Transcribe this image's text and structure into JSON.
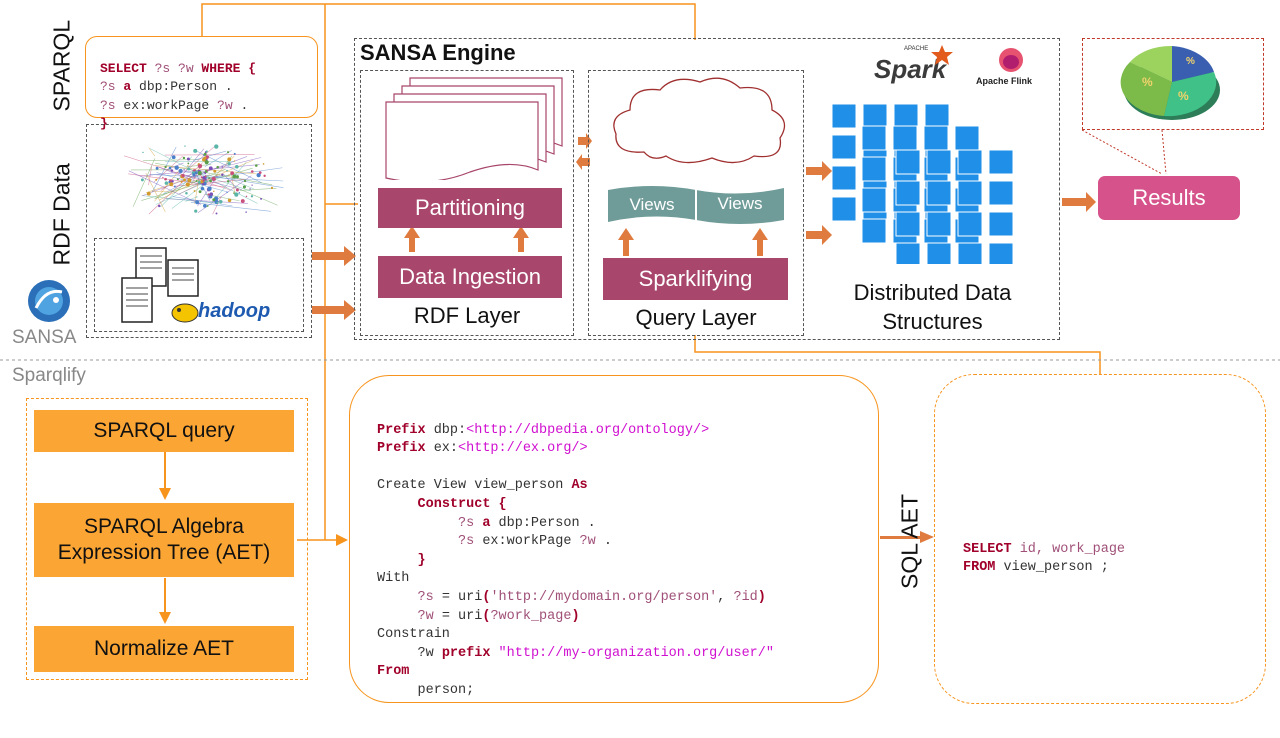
{
  "left_labels": {
    "sparql": "SPARQL",
    "rdf_data": "RDF Data",
    "sansa": "SANSA",
    "sparqlify": "Sparqlify"
  },
  "sparql_query": {
    "line1": {
      "select": "SELECT",
      "vars": " ?s ?w ",
      "where": "WHERE",
      "brace": " {"
    },
    "line2": {
      "s": "?s",
      "a": " a ",
      "rest": "dbp:Person ."
    },
    "line3": {
      "s": "?s",
      "rest": " ex:workPage ",
      "w": "?w",
      "end": " ."
    },
    "line4": "}"
  },
  "engine": {
    "title": "SANSA Engine",
    "rdf_layer": {
      "partitioning": "Partitioning",
      "ingestion": "Data Ingestion",
      "caption": "RDF Layer"
    },
    "query_layer": {
      "views": [
        "Views",
        "Views"
      ],
      "sparklifying": "Sparklifying",
      "caption": "Query Layer"
    },
    "distributed": {
      "caption_line1": "Distributed Data",
      "caption_line2": "Structures"
    },
    "logos": {
      "spark_small": "APACHE",
      "spark": "Spark",
      "flink": "Apache Flink",
      "hadoop": "hadoop"
    }
  },
  "results": {
    "label": "Results",
    "pie_labels": [
      "%",
      "%",
      "%"
    ]
  },
  "sparqlify_steps": [
    "SPARQL query",
    "SPARQL Algebra Expression Tree (AET)",
    "Normalize AET"
  ],
  "view_definition": {
    "l1": {
      "kw": "Prefix",
      "ns": " dbp:",
      "uri": "<http://dbpedia.org/ontology/>"
    },
    "l2": {
      "kw": "Prefix",
      "ns": " ex:",
      "uri": "<http://ex.org/>"
    },
    "l3": {
      "pre": "Create View view_person ",
      "kw": "As"
    },
    "l4": {
      "kw": "Construct {"
    },
    "l5": {
      "s": "?s",
      "a": " a ",
      "rest": "dbp:Person ."
    },
    "l6": {
      "s": "?s",
      "rest": " ex:workPage ",
      "w": "?w",
      "end": " ."
    },
    "l7": {
      "kw": "}"
    },
    "l8": "With",
    "l9": {
      "s": "?s",
      "eq": " = uri",
      "p1": "(",
      "str": "'http://mydomain.org/person'",
      "sep": ", ",
      "id": "?id",
      "p2": ")"
    },
    "l10": {
      "w": "?w",
      "eq": " = uri",
      "p1": "(",
      "wp": "?work_page",
      "p2": ")"
    },
    "l11": "Constrain",
    "l12": {
      "w": "?w ",
      "kw": "prefix",
      "str": " \"http://my-organization.org/user/\""
    },
    "l13": {
      "kw": "From"
    },
    "l14": "person;"
  },
  "sql_label": "SQL AET",
  "sql_query": {
    "select": "SELECT",
    "cols": " id, work_page",
    "from": "FROM",
    "rest": " view_person ;"
  },
  "colors": {
    "orange": "#f7941d",
    "mauve": "#a8466b",
    "results": "#d6528a",
    "teal": "#6f9c98",
    "blue": "#1f8fe8",
    "step": "#fba534"
  }
}
